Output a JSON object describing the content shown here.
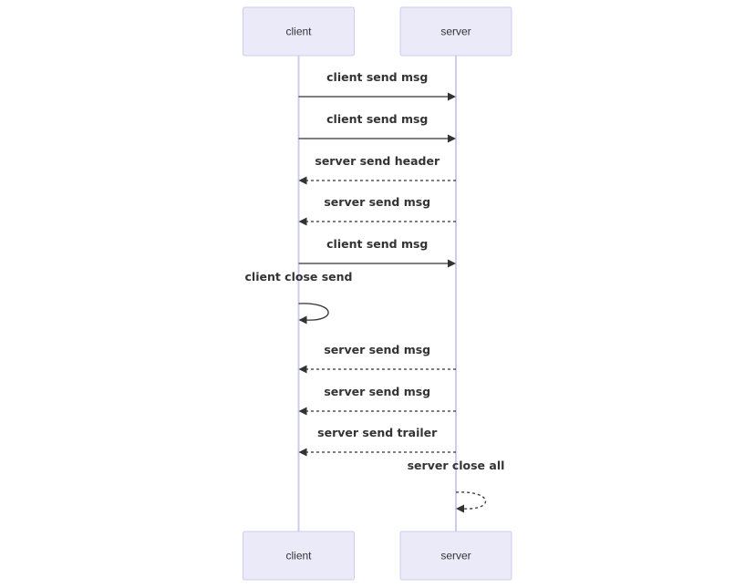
{
  "participants": [
    {
      "id": "client",
      "label": "client"
    },
    {
      "id": "server",
      "label": "server"
    }
  ],
  "messages": [
    {
      "from": "client",
      "to": "server",
      "text": "client send msg",
      "style": "solid"
    },
    {
      "from": "client",
      "to": "server",
      "text": "client send msg",
      "style": "solid"
    },
    {
      "from": "server",
      "to": "client",
      "text": "server send header",
      "style": "dashed"
    },
    {
      "from": "server",
      "to": "client",
      "text": "server send msg",
      "style": "dashed"
    },
    {
      "from": "client",
      "to": "server",
      "text": "client send msg",
      "style": "solid"
    },
    {
      "from": "client",
      "to": "client",
      "text": "client close send",
      "style": "solid"
    },
    {
      "from": "server",
      "to": "client",
      "text": "server send msg",
      "style": "dashed"
    },
    {
      "from": "server",
      "to": "client",
      "text": "server send msg",
      "style": "dashed"
    },
    {
      "from": "server",
      "to": "client",
      "text": "server send trailer",
      "style": "dashed"
    },
    {
      "from": "server",
      "to": "server",
      "text": "server close all",
      "style": "dashed"
    }
  ]
}
